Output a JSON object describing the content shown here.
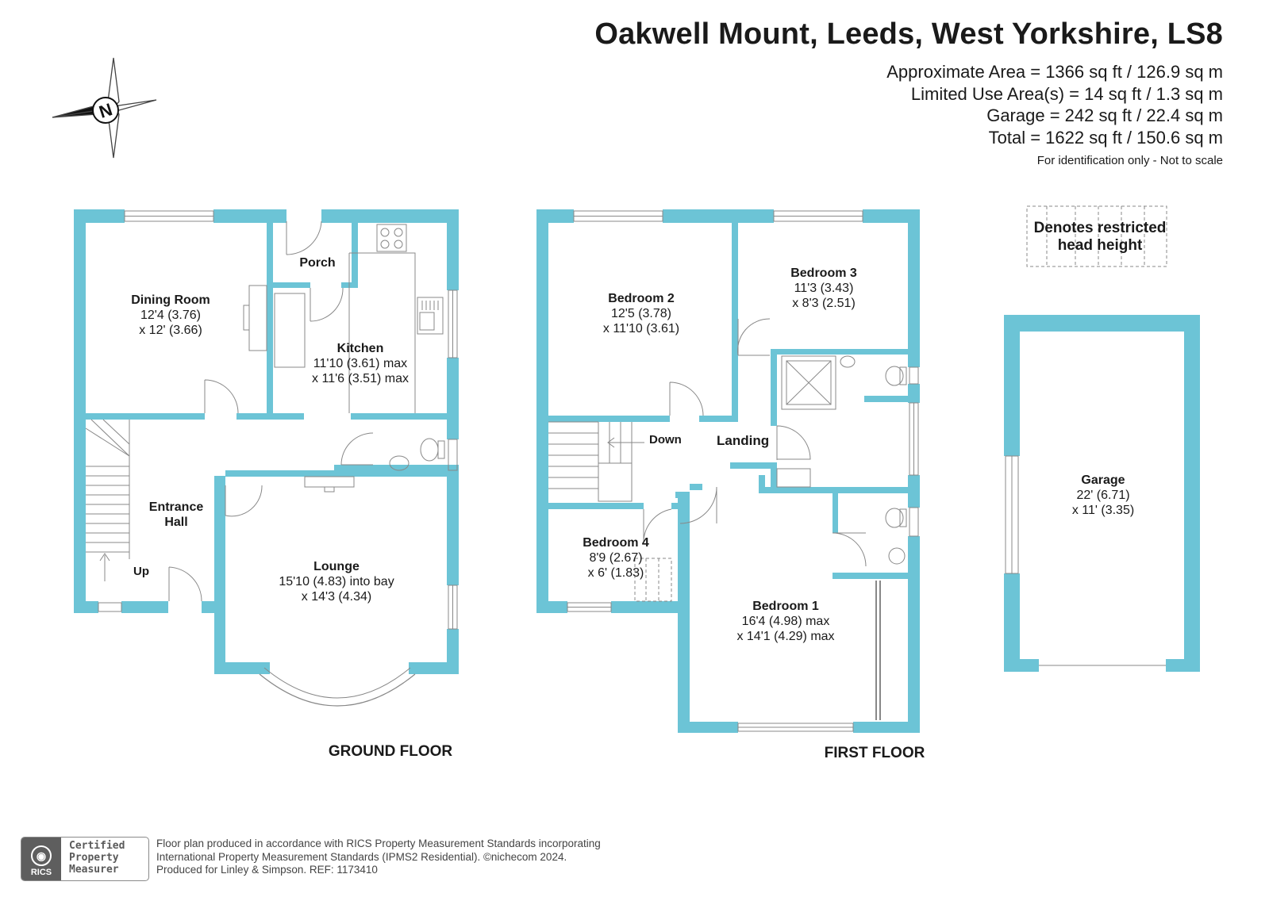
{
  "header": {
    "title": "Oakwell Mount, Leeds, West Yorkshire, LS8",
    "areas": [
      "Approximate Area = 1366 sq ft / 126.9 sq m",
      "Limited Use Area(s) = 14 sq ft / 1.3 sq m",
      "Garage = 242 sq ft / 22.4 sq m",
      "Total = 1622 sq ft / 150.6 sq m"
    ],
    "note": "For identification only - Not to scale"
  },
  "compass": {
    "letter": "N",
    "icon": "compass-rose-icon"
  },
  "legend": {
    "line1": "Denotes restricted",
    "line2": "head height"
  },
  "ground_floor": {
    "label": "GROUND FLOOR",
    "dining": {
      "name": "Dining Room",
      "dim1": "12'4 (3.76)",
      "dim2": "x 12' (3.66)"
    },
    "porch": {
      "name": "Porch"
    },
    "kitchen": {
      "name": "Kitchen",
      "dim1": "11'10 (3.61) max",
      "dim2": "x 11'6 (3.51) max"
    },
    "hall": {
      "name1": "Entrance",
      "name2": "Hall"
    },
    "up": "Up",
    "lounge": {
      "name": "Lounge",
      "dim1": "15'10 (4.83) into bay",
      "dim2": "x 14'3 (4.34)"
    }
  },
  "first_floor": {
    "label": "FIRST FLOOR",
    "bed2": {
      "name": "Bedroom 2",
      "dim1": "12'5 (3.78)",
      "dim2": "x 11'10 (3.61)"
    },
    "bed3": {
      "name": "Bedroom 3",
      "dim1": "11'3 (3.43)",
      "dim2": "x 8'3 (2.51)"
    },
    "down": "Down",
    "landing": "Landing",
    "bed4": {
      "name": "Bedroom 4",
      "dim1": "8'9 (2.67)",
      "dim2": "x 6' (1.83)"
    },
    "bed1": {
      "name": "Bedroom 1",
      "dim1": "16'4 (4.98) max",
      "dim2": "x 14'1 (4.29) max"
    }
  },
  "garage": {
    "name": "Garage",
    "dim1": "22' (6.71)",
    "dim2": "x 11' (3.35)"
  },
  "footer": {
    "badge_brand": "RICS",
    "badge_lines": [
      "Certified",
      "Property",
      "Measurer"
    ],
    "lines": [
      "Floor plan produced in accordance with RICS Property Measurement Standards incorporating",
      "International Property Measurement Standards (IPMS2 Residential).   ©nichecom 2024.",
      "Produced for Linley & Simpson.   REF: 1173410"
    ]
  },
  "colors": {
    "wall": "#6cc4d6",
    "text": "#1a1a1a",
    "fixture": "#888888"
  }
}
